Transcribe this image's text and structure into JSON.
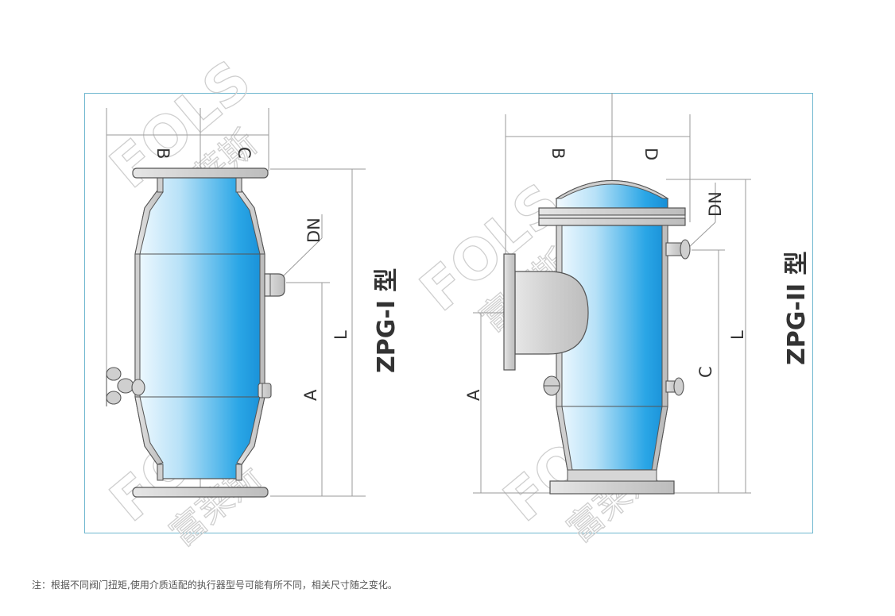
{
  "filter_i": {
    "model": "ZPG-I 型",
    "dims": {
      "b": "B",
      "c": "C",
      "dn": "DN",
      "l": "L",
      "a": "A"
    }
  },
  "filter_ii": {
    "model": "ZPG-II 型",
    "dims": {
      "b": "B",
      "d": "D",
      "dn": "DN",
      "l": "L",
      "c": "C",
      "a": "A"
    }
  },
  "watermark": {
    "latin": "FOLS",
    "chinese": "富莱斯"
  },
  "note": "注：根据不同阀门扭矩,使用介质适配的执行器型号可能有所不同，相关尺寸随之变化。",
  "colors": {
    "frame": "#6fb7cf",
    "body_fill_light": "#e8f6fd",
    "body_fill_dark": "#1e9ee3",
    "metal": "#cdcdcd",
    "outline": "#555555"
  }
}
